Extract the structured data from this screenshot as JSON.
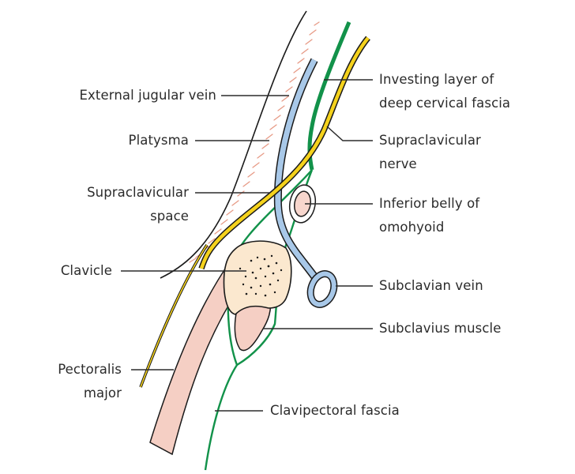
{
  "figure": {
    "title": "Clavipectoral fascia – sagittal section",
    "colors": {
      "outline": "#1a1a1a",
      "platysma_dash": "#e79a86",
      "vein_fill": "#a8c8e8",
      "fascia_green": "#12924a",
      "nerve_yellow": "#f5d21c",
      "bone_fill": "#fbe8cf",
      "muscle_fill": "#f5cfc4",
      "label_text": "#2b2b2b"
    }
  },
  "labels": {
    "left": [
      {
        "id": "external-jugular-vein",
        "lines": [
          "External jugular vein"
        ]
      },
      {
        "id": "platysma",
        "lines": [
          "Platysma"
        ]
      },
      {
        "id": "supraclavicular-space",
        "lines": [
          "Supraclavicular",
          "space"
        ]
      },
      {
        "id": "clavicle",
        "lines": [
          "Clavicle"
        ]
      },
      {
        "id": "pectoralis-major",
        "lines": [
          "Pectoralis",
          "major"
        ]
      }
    ],
    "right": [
      {
        "id": "investing-layer",
        "lines": [
          "Investing layer of",
          "deep cervical fascia"
        ]
      },
      {
        "id": "supraclavicular-nerve",
        "lines": [
          "Supraclavicular",
          "nerve"
        ]
      },
      {
        "id": "inferior-belly-omohyoid",
        "lines": [
          "Inferior belly of",
          "omohyoid"
        ]
      },
      {
        "id": "subclavian-vein",
        "lines": [
          "Subclavian vein"
        ]
      },
      {
        "id": "subclavius-muscle",
        "lines": [
          "Subclavius muscle"
        ]
      }
    ],
    "bottom": [
      {
        "id": "clavipectoral-fascia",
        "lines": [
          "Clavipectoral fascia"
        ]
      }
    ]
  }
}
